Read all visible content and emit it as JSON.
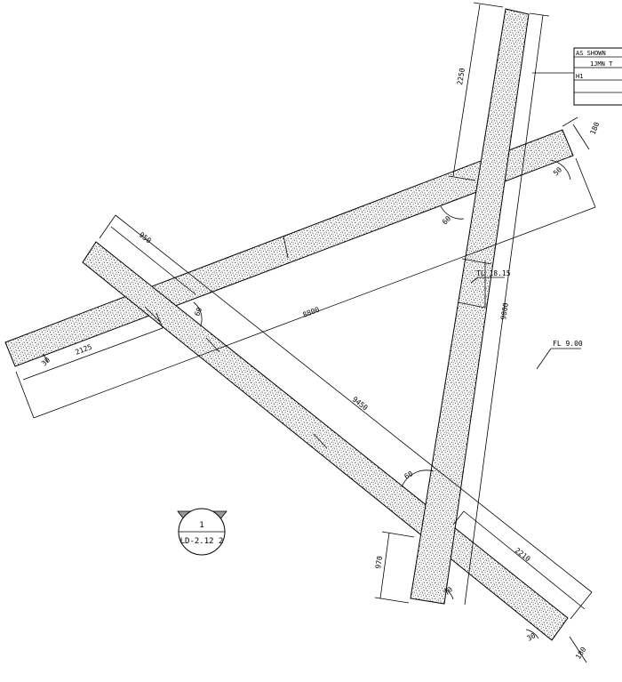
{
  "diagram": {
    "title_block": {
      "scale_label": "AS SHOWN",
      "sheet_label": "1JMN T",
      "row_label": "H1"
    },
    "level_marks": {
      "floor_level": "FL 9.00",
      "top_level": "TL 18.15"
    },
    "dimensions": {
      "beam_a_length": "9000",
      "beam_a_top_segment": "2250",
      "beam_a_bottom_segment": "970",
      "beam_b_total": "8800",
      "beam_b_left_segment": "2125",
      "beam_b_width": "180",
      "beam_c_total": "9450",
      "beam_c_left_segment": "950",
      "beam_c_right_segment": "2210",
      "beam_c_width": "180"
    },
    "angles": {
      "a_top_right": "50",
      "a_inner_top": "60",
      "a_inner_left": "60",
      "a_inner_bottom": "60",
      "b_left_end": "30",
      "a_bottom_end": "70",
      "c_bottom_end": "30"
    },
    "detail_tag": {
      "number": "1",
      "sheet_ref": "LD-2.12 2"
    }
  }
}
